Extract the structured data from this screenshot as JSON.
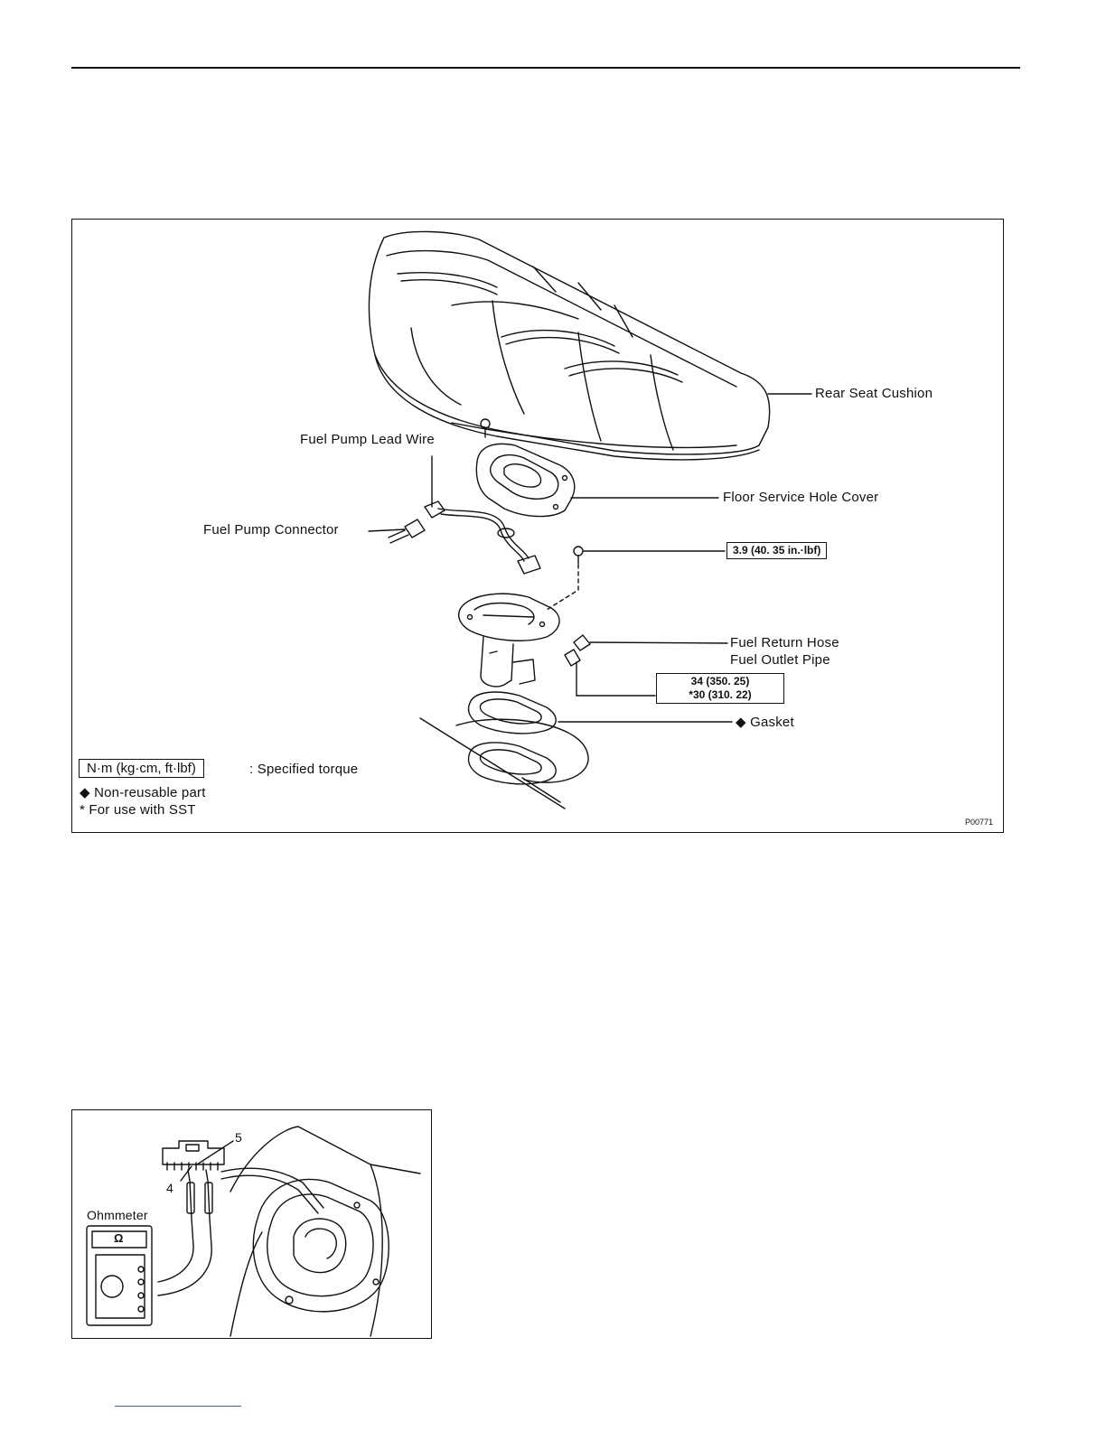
{
  "figure1": {
    "labels": {
      "rear_seat_cushion": "Rear Seat Cushion",
      "fuel_pump_lead_wire": "Fuel Pump Lead Wire",
      "floor_service_hole_cover": "Floor Service Hole Cover",
      "fuel_pump_connector": "Fuel Pump Connector",
      "fuel_return_hose": "Fuel Return Hose",
      "fuel_outlet_pipe": "Fuel Outlet Pipe",
      "gasket": "◆ Gasket"
    },
    "torques": {
      "screw": "3.9 (40. 35 in.·lbf)",
      "hose_line1": "34 (350. 25)",
      "hose_line2": "*30 (310. 22)"
    },
    "legend": {
      "unit_box": "N·m (kg·cm, ft·lbf)",
      "unit_text": ": Specified torque",
      "non_reusable": "◆  Non-reusable part",
      "sst": "*   For use with SST"
    },
    "code": "P00771"
  },
  "figure2": {
    "labels": {
      "terminal_5": "5",
      "terminal_4": "4",
      "ohmmeter": "Ohmmeter",
      "ohm_symbol": "Ω"
    }
  }
}
